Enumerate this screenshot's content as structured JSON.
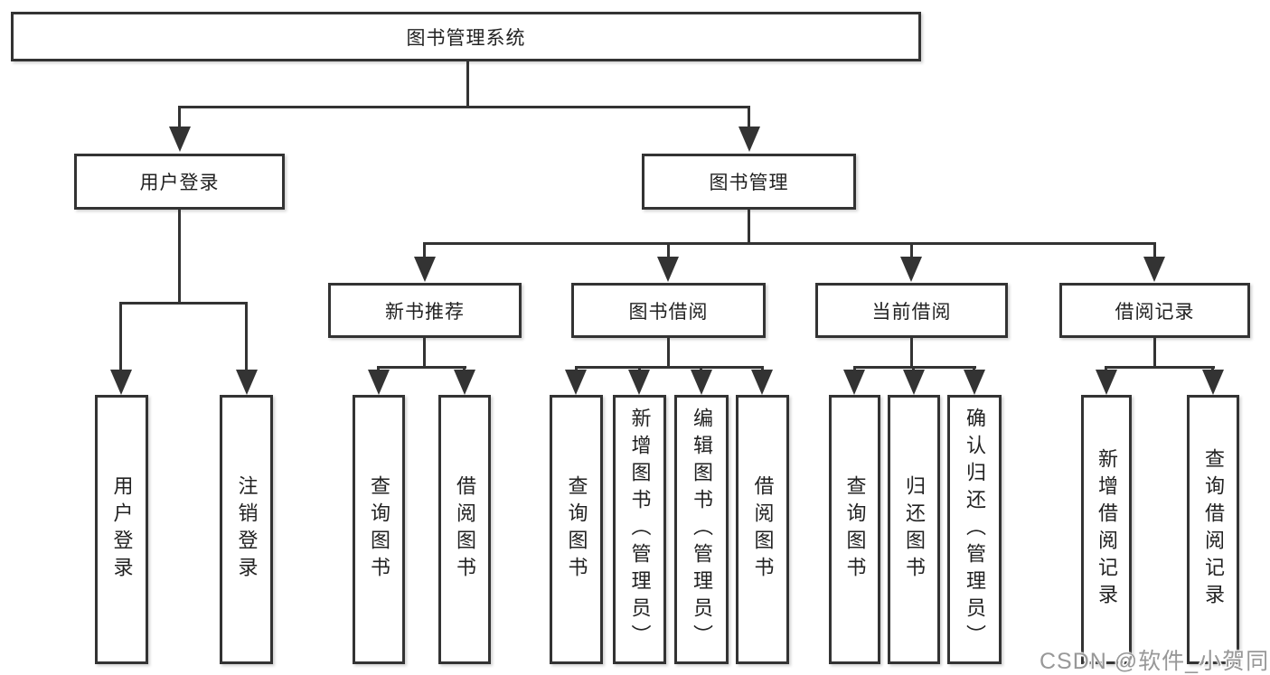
{
  "colors": {
    "background": "#ffffff",
    "line": "#333333",
    "text": "#222222",
    "watermark": "#989898"
  },
  "watermark": {
    "text": "CSDN @软件_小贺同学"
  },
  "tree": {
    "root": "图书管理系统",
    "children": [
      {
        "label": "用户登录",
        "children": [
          {
            "label": "用户登录"
          },
          {
            "label": "注销登录"
          }
        ]
      },
      {
        "label": "图书管理",
        "children": [
          {
            "label": "新书推荐",
            "children": [
              {
                "label": "查询图书"
              },
              {
                "label": "借阅图书"
              }
            ]
          },
          {
            "label": "图书借阅",
            "children": [
              {
                "label": "查询图书"
              },
              {
                "label": "新增图书（管理员）"
              },
              {
                "label": "编辑图书（管理员）"
              },
              {
                "label": "借阅图书"
              }
            ]
          },
          {
            "label": "当前借阅",
            "children": [
              {
                "label": "查询图书"
              },
              {
                "label": "归还图书"
              },
              {
                "label": "确认归还（管理员）"
              }
            ]
          },
          {
            "label": "借阅记录",
            "children": [
              {
                "label": "新增借阅记录"
              },
              {
                "label": "查询借阅记录"
              }
            ]
          }
        ]
      }
    ]
  }
}
